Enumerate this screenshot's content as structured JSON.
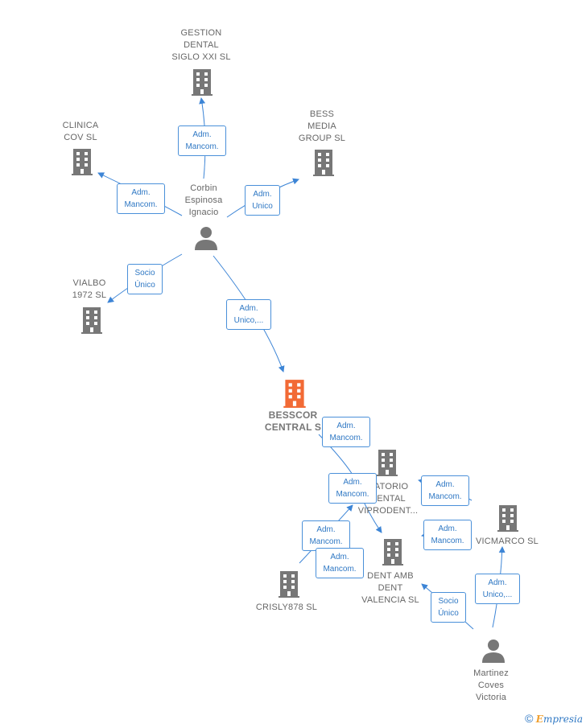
{
  "nodes": {
    "gestion": {
      "label": "GESTION\nDENTAL\nSIGLO XXI  SL",
      "kind": "company"
    },
    "bess": {
      "label": "BESS\nMEDIA\nGROUP SL",
      "kind": "company"
    },
    "clinica": {
      "label": "CLINICA\nCOV  SL",
      "kind": "company"
    },
    "corbin": {
      "label": "Corbin\nEspinosa\nIgnacio",
      "kind": "person"
    },
    "vialbo": {
      "label": "VIALBO\n1972 SL",
      "kind": "company"
    },
    "besscor": {
      "label": "BESSCOR\nCENTRAL  S",
      "kind": "company-main"
    },
    "laboratorio": {
      "label": "RATORIO\nDENTAL\nVIPRODENT...",
      "kind": "company"
    },
    "vicmarco": {
      "label": "VICMARCO  SL",
      "kind": "company"
    },
    "dentamb": {
      "label": "DENT AMB\nDENT\nVALENCIA  SL",
      "kind": "company"
    },
    "crisly": {
      "label": "CRISLY878  SL",
      "kind": "company"
    },
    "martinez": {
      "label": "Martinez\nCoves\nVictoria",
      "kind": "person"
    }
  },
  "edges": [
    {
      "id": "e1",
      "label": "Adm.\nMancom."
    },
    {
      "id": "e2",
      "label": "Adm.\nMancom."
    },
    {
      "id": "e3",
      "label": "Adm.\nUnico"
    },
    {
      "id": "e4",
      "label": "Socio\nÚnico"
    },
    {
      "id": "e5",
      "label": "Adm.\nUnico,..."
    },
    {
      "id": "e6",
      "label": "Adm.\nMancom."
    },
    {
      "id": "e7",
      "label": "Adm.\nMancom."
    },
    {
      "id": "e8",
      "label": "Adm.\nMancom."
    },
    {
      "id": "e9",
      "label": "Adm.\nMancom."
    },
    {
      "id": "e10",
      "label": "Adm.\nMancom."
    },
    {
      "id": "e11",
      "label": "Adm.\nMancom."
    },
    {
      "id": "e12",
      "label": "Adm.\nUnico,..."
    },
    {
      "id": "e13",
      "label": "Socio\nÚnico"
    }
  ],
  "colors": {
    "edge": "#3d85d6",
    "company_icon": "#777777",
    "main_icon": "#f26a35",
    "person_icon": "#777777"
  },
  "watermark": {
    "symbol": "©",
    "brand_initial": "E",
    "brand_rest": "mpresia"
  }
}
